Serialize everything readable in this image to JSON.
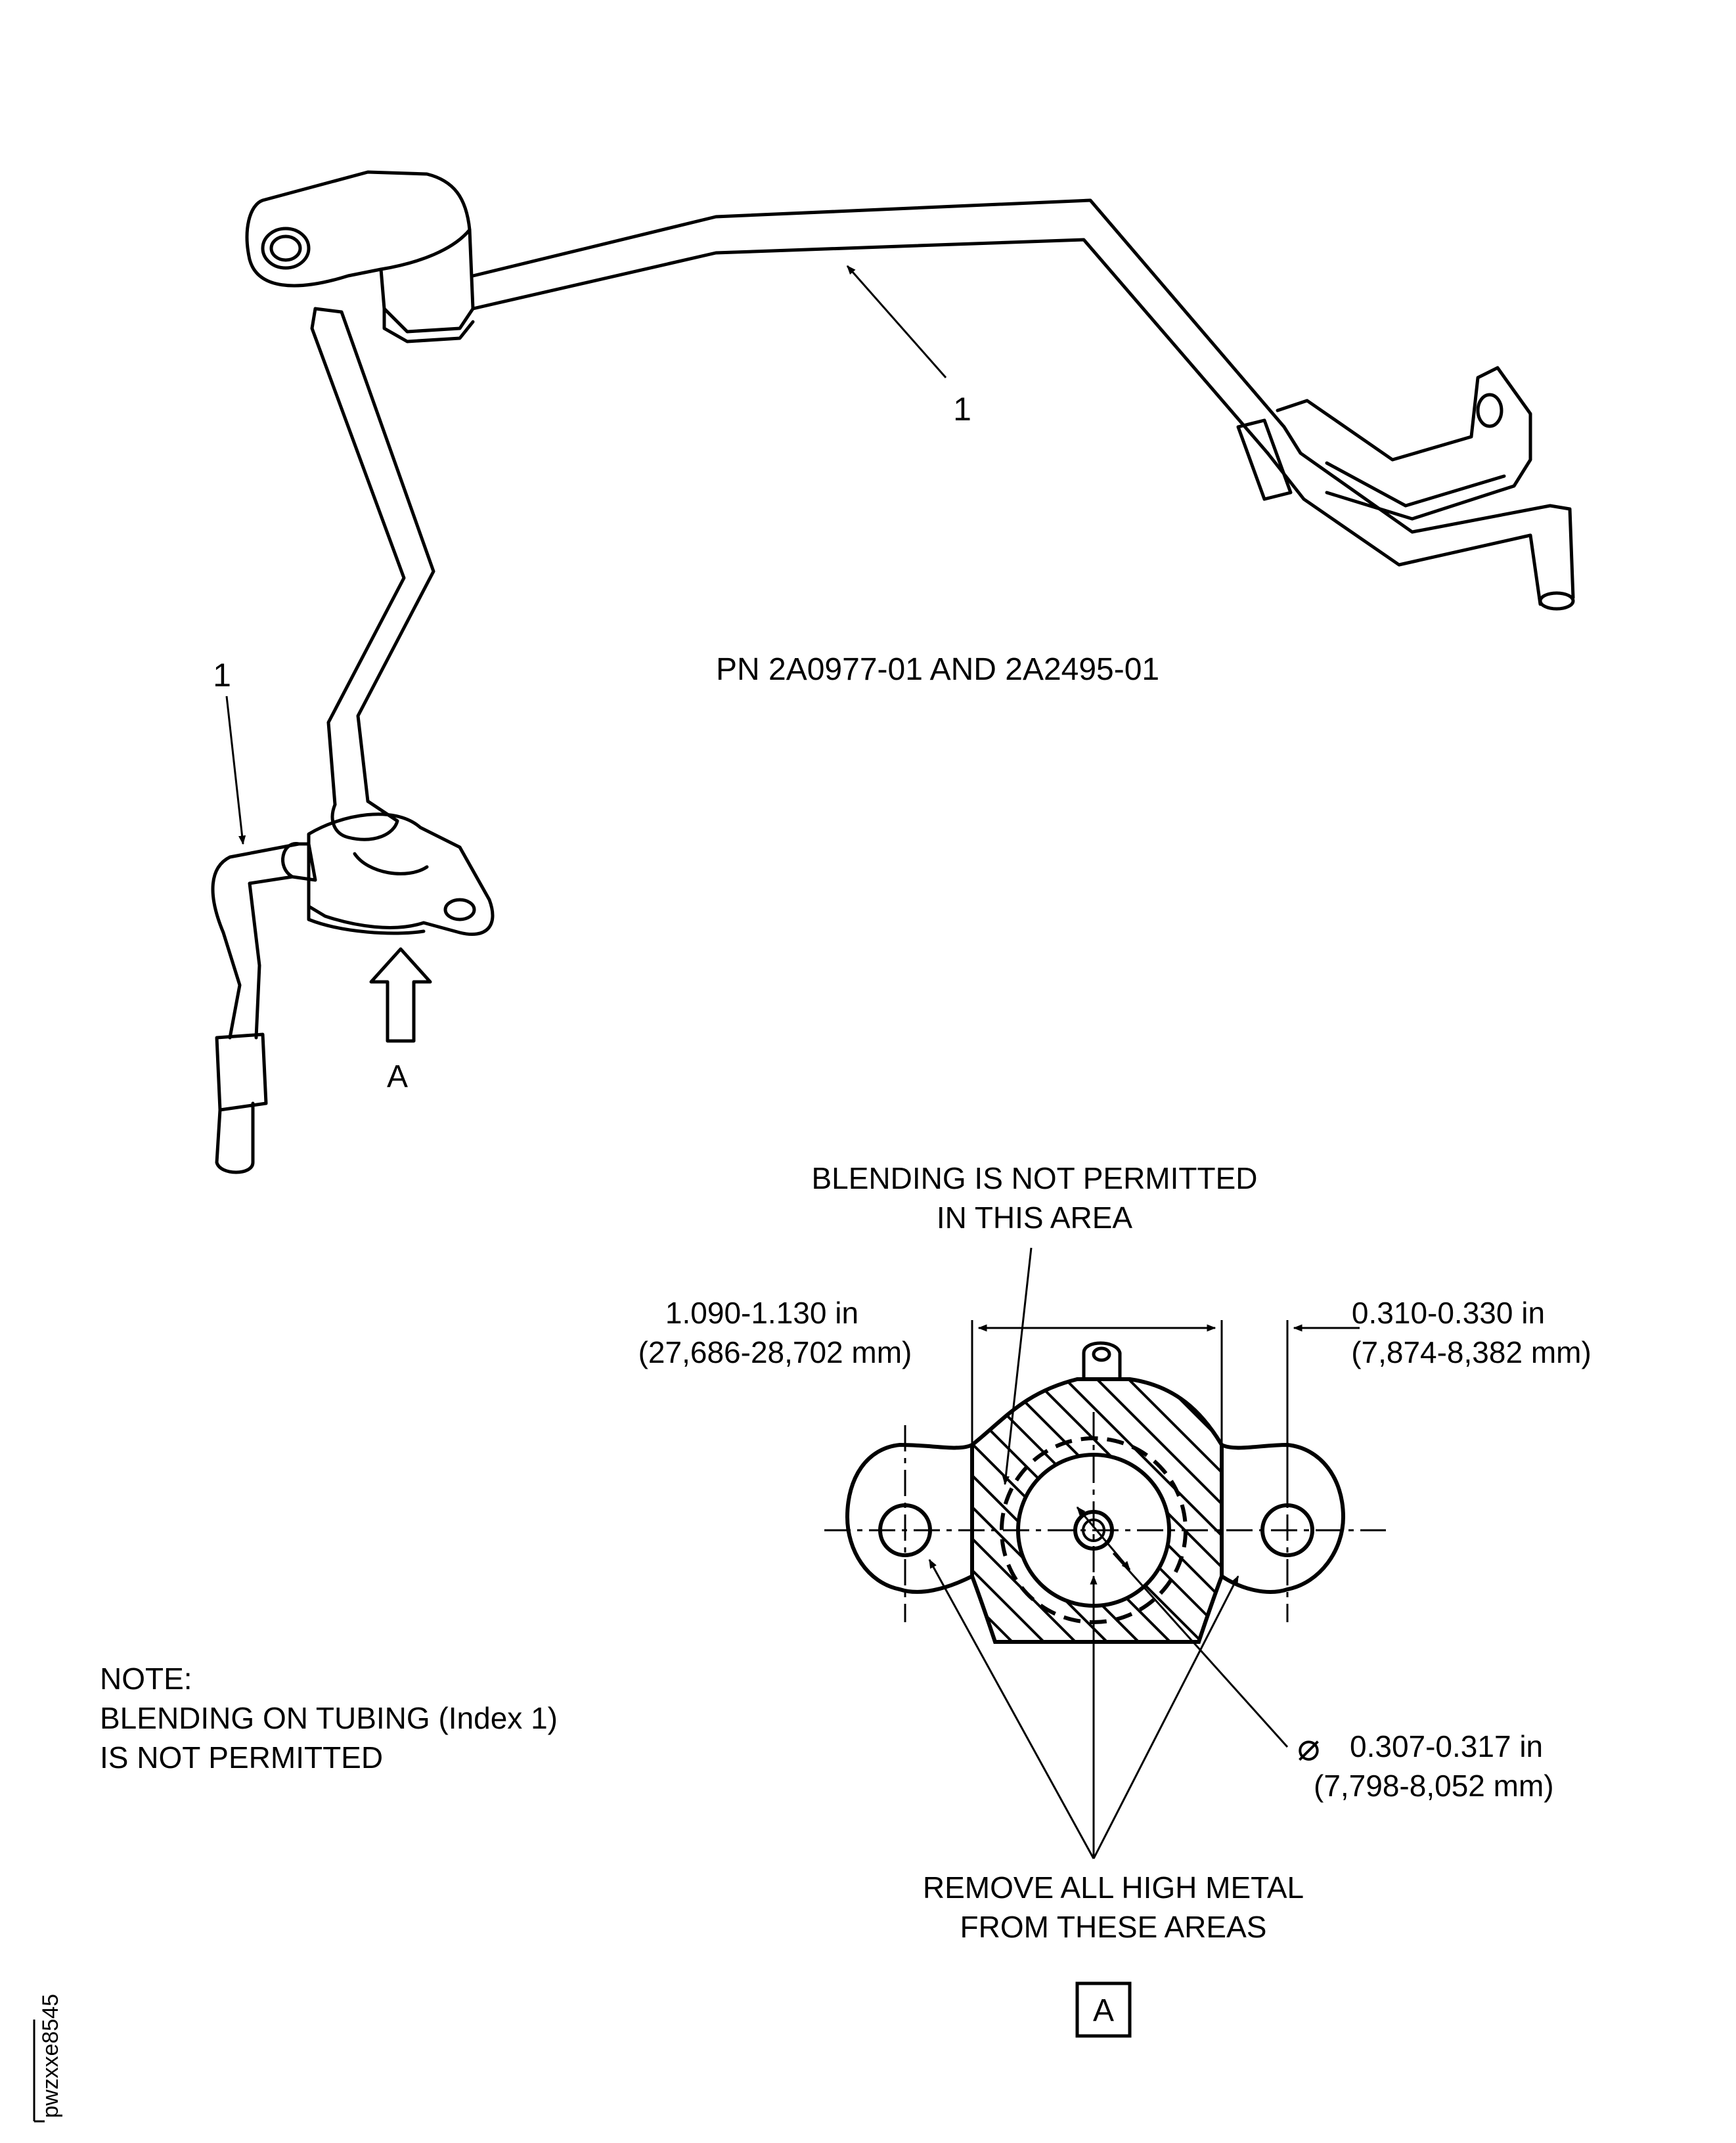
{
  "part_number_label": "PN 2A0977-01 AND 2A2495-01",
  "index_callouts": {
    "upper": "1",
    "left": "1"
  },
  "view_arrow_label": "A",
  "view_box_label": "A",
  "note": {
    "heading": "NOTE:",
    "line1": "BLENDING ON TUBING (Index 1)",
    "line2": "IS NOT PERMITTED"
  },
  "blending_label": {
    "line1": "BLENDING IS NOT PERMITTED",
    "line2": "IN THIS AREA"
  },
  "dim_width": {
    "inch": "1.090-1.130 in",
    "mm": "(27,686-28,702 mm)"
  },
  "dim_ear": {
    "inch": "0.310-0.330 in",
    "mm": "(7,874-8,382 mm)"
  },
  "dim_diameter": {
    "symbol": "⌀",
    "inch": "0.307-0.317 in",
    "mm": "(7,798-8,052 mm)"
  },
  "remove_label": {
    "line1": "REMOVE ALL HIGH METAL",
    "line2": "FROM THESE AREAS"
  },
  "figure_id": "pwzxxe8545"
}
